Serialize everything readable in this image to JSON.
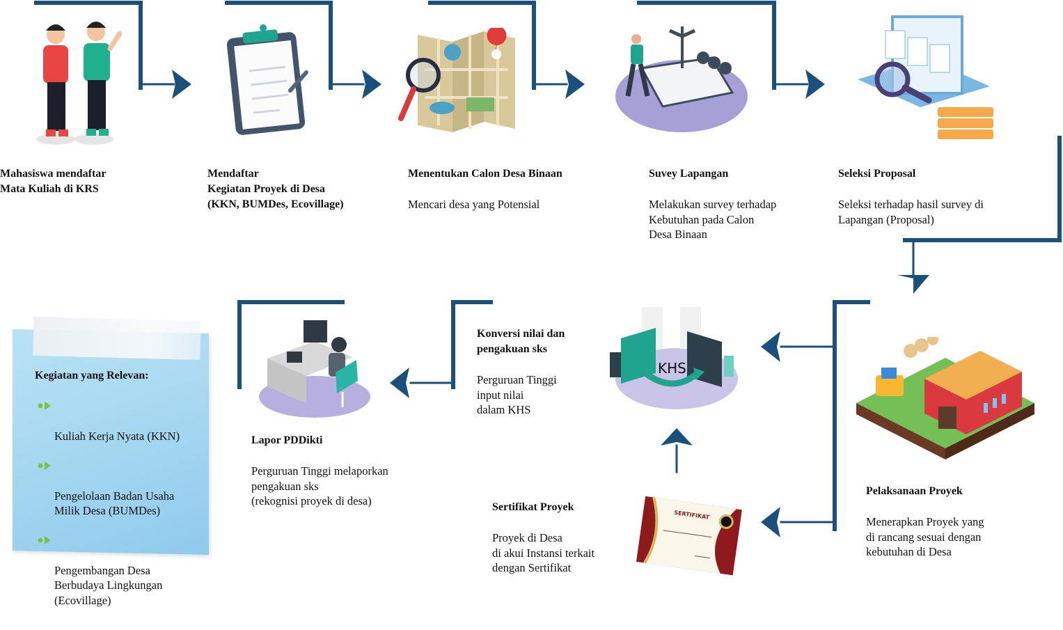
{
  "colors": {
    "connector": "#1b4f7c",
    "note_bg": "#a8d8f1",
    "bullet_green": "#7cc242",
    "platform_purple": "#a7a0d6",
    "teal": "#1fa58f"
  },
  "steps": [
    {
      "id": "krs",
      "illustration": "students-illustration",
      "title": "Mahasiswa mendaftar\nMata Kuliah di KRS",
      "desc": ""
    },
    {
      "id": "register",
      "illustration": "clipboard-illustration",
      "title": "Mendaftar\nKegiatan Proyek di Desa\n(KKN, BUMDes, Ecovillage)",
      "desc": ""
    },
    {
      "id": "choose",
      "illustration": "map-search-illustration",
      "title": "Menentukan Calon Desa Binaan",
      "desc": "Mencari desa yang Potensial"
    },
    {
      "id": "survey",
      "illustration": "field-survey-illustration",
      "title": "Suvey Lapangan",
      "desc": "Melakukan survey terhadap\nKebutuhan pada Calon\nDesa Binaan"
    },
    {
      "id": "selection",
      "illustration": "proposal-selection-illustration",
      "title": "Seleksi Proposal",
      "desc": "Seleksi terhadap hasil survey di\nLapangan (Proposal)"
    },
    {
      "id": "implementation",
      "illustration": "farm-illustration",
      "title": "Pelaksanaan Proyek",
      "desc": "Menerapkan Proyek yang\ndi rancang sesuai dengan\nkebutuhan di Desa"
    },
    {
      "id": "certificate",
      "illustration": "certificate-illustration",
      "title": "Sertifikat Proyek",
      "desc": "Proyek di Desa\ndi akui Instansi terkait\ndengan Sertifikat",
      "certificate_label": "SERTIFIKAT"
    },
    {
      "id": "conversion",
      "illustration": "khs-illustration",
      "title": "Konversi nilai dan\npengakuan sks",
      "desc": "Perguruan Tinggi\ninput nilai\ndalam KHS",
      "khs_label": "KHS"
    },
    {
      "id": "report",
      "illustration": "computer-desk-illustration",
      "title": "Lapor PDDikti",
      "desc": "Perguruan Tinggi melaporkan\npengakuan sks\n(rekognisi proyek di desa)"
    }
  ],
  "note": {
    "title": "Kegiatan yang Relevan:",
    "items": [
      "Kuliah Kerja Nyata (KKN)",
      "Pengelolaan Badan Usaha\nMilik Desa (BUMDes)",
      "Pengembangan Desa\nBerbudaya Lingkungan\n(Ecovillage)"
    ]
  }
}
